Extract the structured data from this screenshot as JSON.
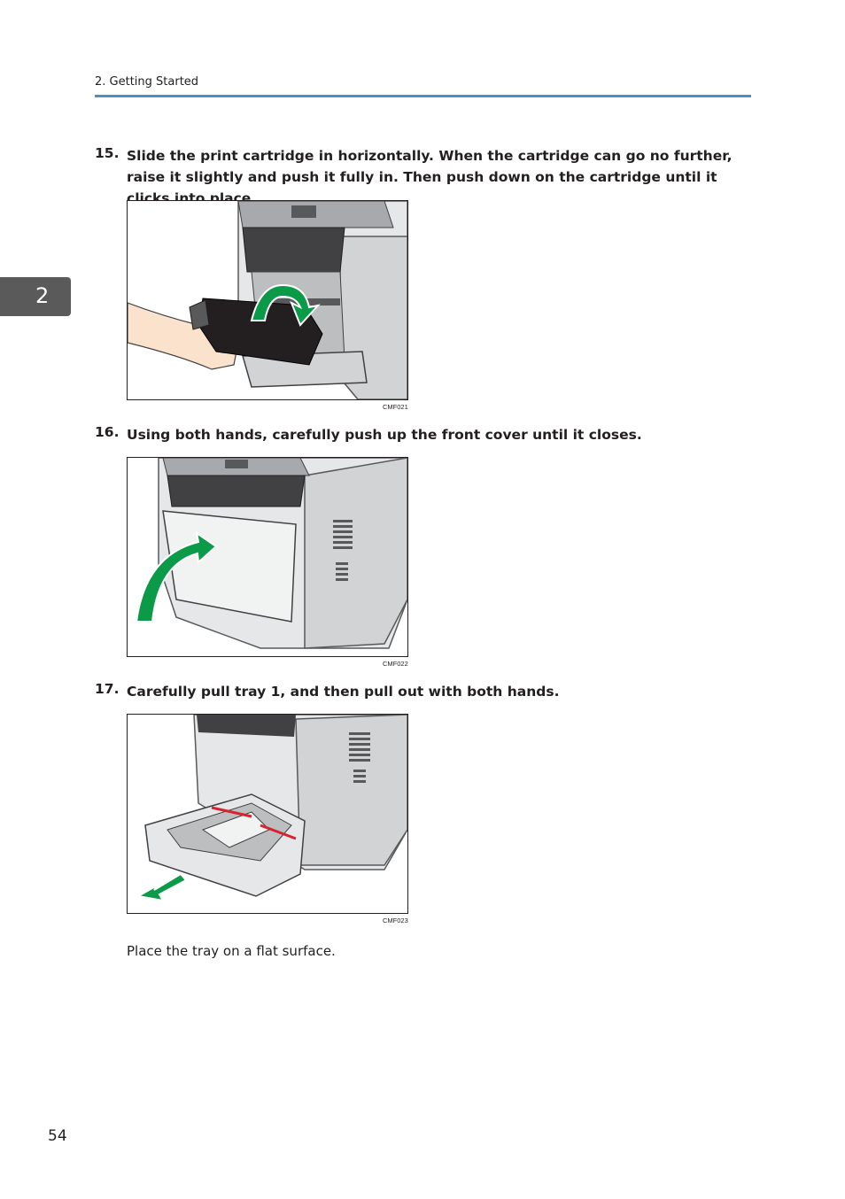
{
  "header": {
    "breadcrumb": "2. Getting Started"
  },
  "chapter_tab": {
    "label": "2"
  },
  "steps": [
    {
      "number": "15.",
      "text": "Slide the print cartridge in horizontally. When the cartridge can go no further, raise it slightly and push it fully in. Then push down on the cartridge until it clicks into place.",
      "figure_code": "CMF021"
    },
    {
      "number": "16.",
      "text": "Using both hands, carefully push up the front cover until it closes.",
      "figure_code": "CMF022"
    },
    {
      "number": "17.",
      "text": "Carefully pull tray 1, and then pull out with both hands.",
      "figure_code": "CMF023"
    }
  ],
  "note": "Place the tray on a flat surface.",
  "page_number": "54",
  "colors": {
    "header_rule": "#4a90c8",
    "arrow_green": "#0a9a48",
    "tab_gray": "#5a5a5a"
  }
}
